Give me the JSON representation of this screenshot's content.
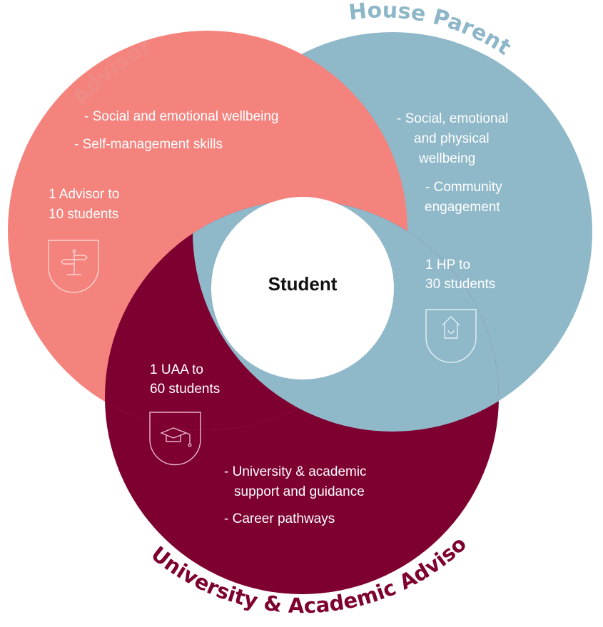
{
  "colors": {
    "advisor": "#F4837D",
    "house_parent": "#8FB8C9",
    "uaa": "#7D0030",
    "center": "#FFFFFF",
    "advisor_label": "#F08A85",
    "house_parent_label": "#8DB7C8",
    "uaa_label": "#7D0030"
  },
  "center": {
    "label": "Student"
  },
  "advisor": {
    "title": "Advisor",
    "bullets": [
      "- Social and emotional wellbeing",
      "- Self-management skills"
    ],
    "ratio_line1": "1 Advisor to",
    "ratio_line2": "10 students",
    "icon": "signpost-icon"
  },
  "house_parent": {
    "title": "House Parent",
    "bullet1_line1": "- Social, emotional",
    "bullet1_line2": "and physical",
    "bullet1_line3": "wellbeing",
    "bullet2_line1": "- Community",
    "bullet2_line2": "engagement",
    "ratio_line1": "1 HP to",
    "ratio_line2": "30 students",
    "icon": "house-icon"
  },
  "uaa": {
    "title": "University & Academic Advisor",
    "ratio_line1": "1 UAA to",
    "ratio_line2": "60 students",
    "bullet1_line1": "- University & academic",
    "bullet1_line2": "support and guidance",
    "bullet2": "- Career pathways",
    "icon": "graduation-cap-icon"
  }
}
